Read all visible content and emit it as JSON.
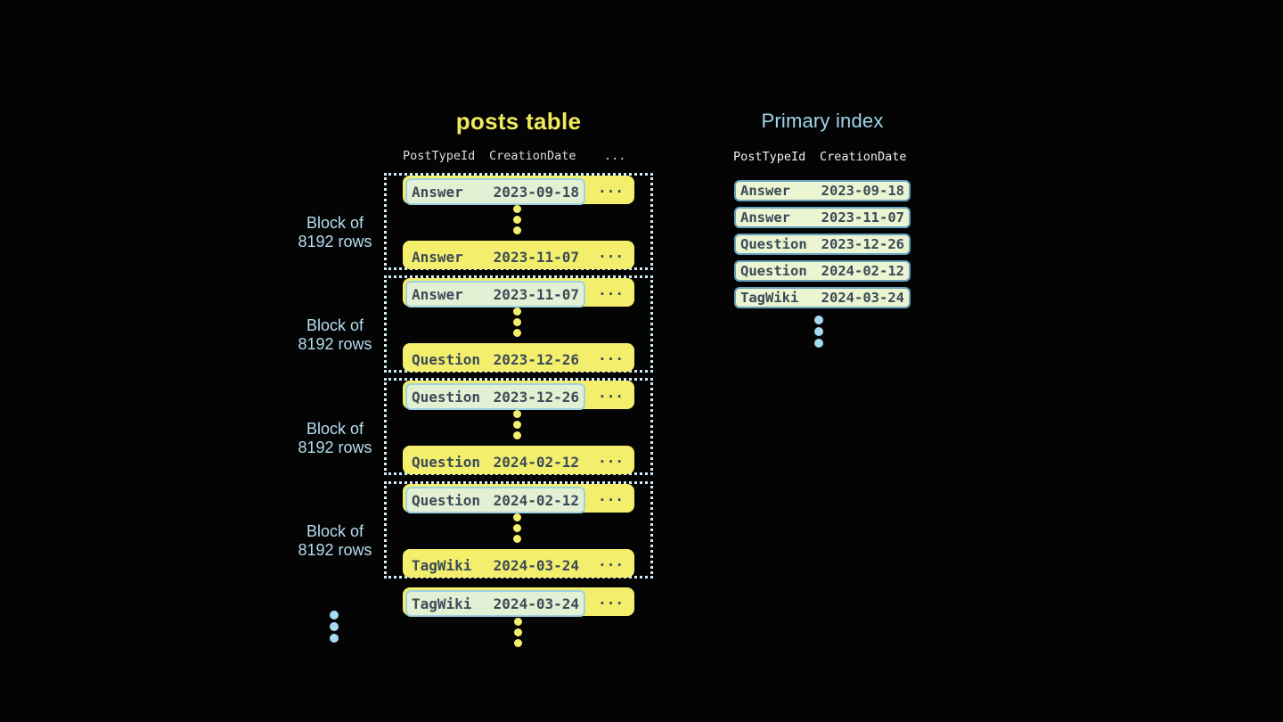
{
  "posts_table": {
    "title": "posts table",
    "columns": {
      "c1": "PostTypeId",
      "c2": "CreationDate",
      "c3": "..."
    },
    "ellipsis": "...",
    "block_label": {
      "line1": "Block of",
      "line2": "8192 rows"
    },
    "blocks": [
      {
        "first": {
          "type": "Answer",
          "date": "2023-09-18"
        },
        "last": {
          "type": "Answer",
          "date": "2023-11-07"
        }
      },
      {
        "first": {
          "type": "Answer",
          "date": "2023-11-07"
        },
        "last": {
          "type": "Question",
          "date": "2023-12-26"
        }
      },
      {
        "first": {
          "type": "Question",
          "date": "2023-12-26"
        },
        "last": {
          "type": "Question",
          "date": "2024-02-12"
        }
      },
      {
        "first": {
          "type": "Question",
          "date": "2024-02-12"
        },
        "last": {
          "type": "TagWiki",
          "date": "2024-03-24"
        }
      }
    ],
    "trailing_row": {
      "type": "TagWiki",
      "date": "2024-03-24"
    }
  },
  "primary_index": {
    "title": "Primary index",
    "columns": {
      "c1": "PostTypeId",
      "c2": "CreationDate"
    },
    "rows": [
      {
        "type": "Answer",
        "date": "2023-09-18"
      },
      {
        "type": "Answer",
        "date": "2023-11-07"
      },
      {
        "type": "Question",
        "date": "2023-12-26"
      },
      {
        "type": "Question",
        "date": "2024-02-12"
      },
      {
        "type": "TagWiki",
        "date": "2024-03-24"
      }
    ]
  },
  "colors": {
    "background": "#040404",
    "row_yellow": "#f3ef6d",
    "title_yellow": "#f0ea5e",
    "dark_text": "#3b4a58",
    "dotted_border": "#d3ecf5",
    "label_blue": "#b5def0",
    "panel_background": "#415663",
    "panel_title_blue": "#a0d6ee",
    "highlight_green": "#e3f0d4",
    "highlight_border_blue": "#9cd2e2",
    "index_row_green": "#ebf5d1",
    "index_row_border": "#67a3be",
    "blue_dots": "#a6dbf2"
  }
}
